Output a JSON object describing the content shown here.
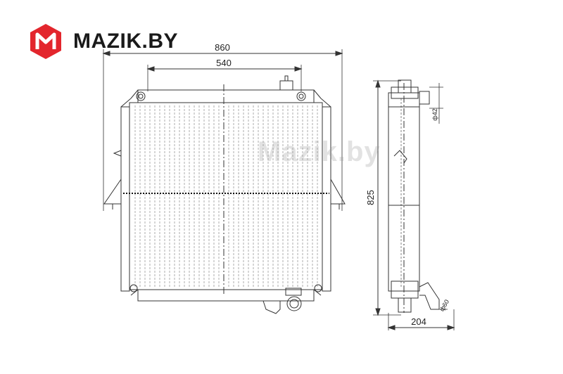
{
  "brand": {
    "name": "MAZIK.BY",
    "logo_letter": "M",
    "color": "#e3262d"
  },
  "watermark": "Mazik.by",
  "dimensions": {
    "overall_width": "860",
    "mount_width": "540",
    "height": "825",
    "depth": "204",
    "inlet_diameter": "ф42",
    "outlet_diameter": "ф60"
  }
}
